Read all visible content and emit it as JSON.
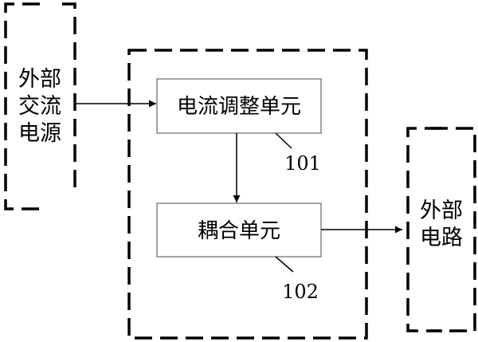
{
  "external_ac_source": {
    "label_lines": [
      "外部",
      "交流",
      "电源"
    ]
  },
  "current_adjust_unit": {
    "label": "电流调整单元",
    "ref": "101"
  },
  "coupling_unit": {
    "label": "耦合单元",
    "ref": "102"
  },
  "external_circuit": {
    "label_lines": [
      "外部",
      "电路"
    ]
  }
}
